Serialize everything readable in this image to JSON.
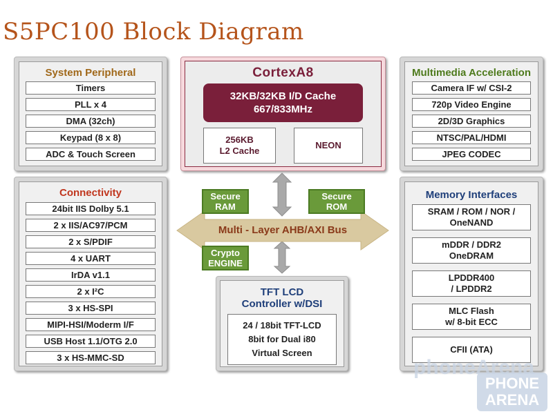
{
  "title": "S5PC100 Block Diagram",
  "system_peripheral": {
    "heading": "System Peripheral",
    "items": [
      "Timers",
      "PLL x 4",
      "DMA (32ch)",
      "Keypad (8 x 8)",
      "ADC & Touch Screen"
    ]
  },
  "connectivity": {
    "heading": "Connectivity",
    "items": [
      "24bit IIS Dolby 5.1",
      "2 x IIS/AC97/PCM",
      "2 x S/PDIF",
      "4 x UART",
      "IrDA v1.1",
      "2 x I²C",
      "3 x HS-SPI",
      "MIPI-HSI/Moderm I/F",
      "USB Host 1.1/OTG 2.0",
      "3 x HS-MMC-SD"
    ]
  },
  "cortex": {
    "heading": "CortexA8",
    "cache_line1": "32KB/32KB I/D Cache",
    "cache_line2": "667/833MHz",
    "l2_line1": "256KB",
    "l2_line2": "L2 Cache",
    "neon": "NEON"
  },
  "multimedia": {
    "heading": "Multimedia Acceleration",
    "items": [
      "Camera IF w/ CSI-2",
      "720p Video Engine",
      "2D/3D Graphics",
      "NTSC/PAL/HDMI",
      "JPEG CODEC"
    ]
  },
  "memory": {
    "heading": "Memory Interfaces",
    "items": [
      {
        "line1": "SRAM / ROM / NOR /",
        "line2": "OneNAND"
      },
      {
        "line1": "mDDR / DDR2",
        "line2": "OneDRAM"
      },
      {
        "line1": "LPDDR400",
        "line2": "/ LPDDR2"
      },
      {
        "line1": "MLC Flash",
        "line2": "w/ 8-bit ECC"
      },
      {
        "line1": "CFII (ATA)",
        "line2": ""
      }
    ]
  },
  "bus": {
    "label": "Multi - Layer AHB/AXI Bus",
    "secure_ram": [
      "Secure",
      "RAM"
    ],
    "secure_rom": [
      "Secure",
      "ROM"
    ],
    "crypto": [
      "Crypto",
      "ENGINE"
    ]
  },
  "lcd": {
    "heading_line1": "TFT LCD",
    "heading_line2": "Controller w/DSI",
    "detail": [
      "24 / 18bit TFT-LCD",
      "8bit for Dual i80",
      "Virtual Screen"
    ]
  },
  "watermark": {
    "text": "phoneArena",
    "logo_line1": "PHONE",
    "logo_line2": "ARENA"
  },
  "colors": {
    "title": "#b5541b",
    "system_peripheral_heading": "#a0681a",
    "connectivity_heading": "#c0361e",
    "cortex_heading": "#7a1f3a",
    "multimedia_heading": "#4e7a1c",
    "memory_heading": "#1f3f7a",
    "cache_fill": "#7a1f3a",
    "bus_fill": "#d9c9a0",
    "secure_fill": "#6a9a3a"
  }
}
